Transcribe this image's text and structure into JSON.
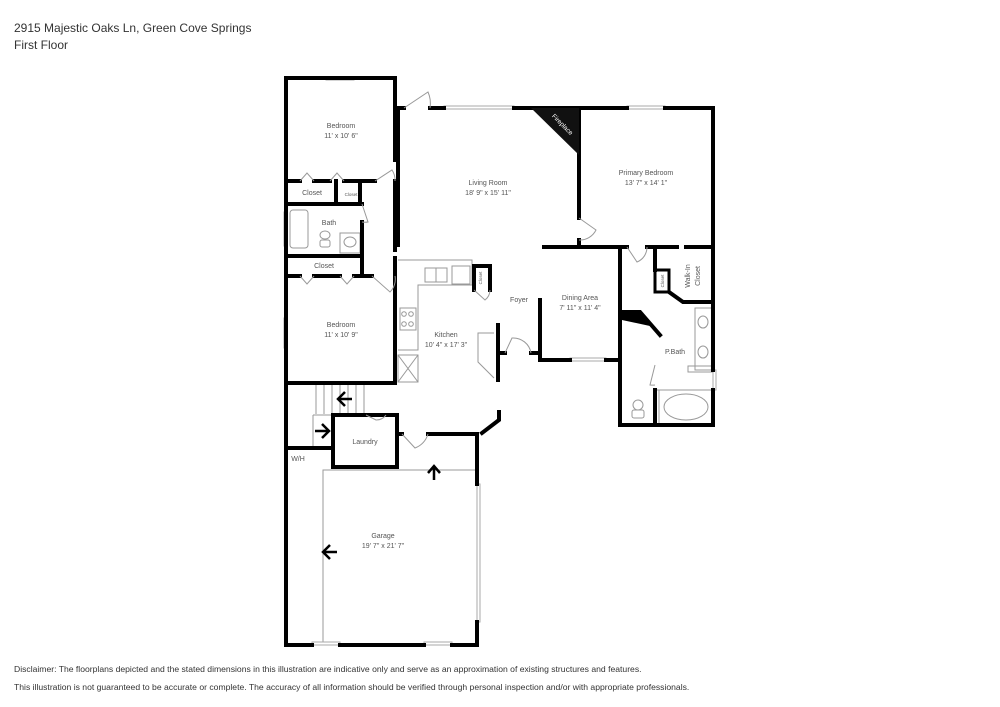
{
  "header": {
    "address": "2915 Majestic Oaks Ln, Green Cove Springs",
    "floor": "First Floor"
  },
  "rooms": {
    "bedroom_top": {
      "name": "Bedroom",
      "dims": "11' x 10' 6\""
    },
    "closet_top": {
      "name": "Closet"
    },
    "closet_small_top": {
      "name": "Closet"
    },
    "bath": {
      "name": "Bath"
    },
    "closet_mid": {
      "name": "Closet"
    },
    "bedroom_mid": {
      "name": "Bedroom",
      "dims": "11' x 10' 9\""
    },
    "living_room": {
      "name": "Living Room",
      "dims": "18' 9\" x 15' 11\""
    },
    "fireplace": {
      "name": "Fireplace"
    },
    "primary_bedroom": {
      "name": "Primary Bedroom",
      "dims": "13' 7\" x 14' 1\""
    },
    "kitchen": {
      "name": "Kitchen",
      "dims": "10' 4\" x 17' 3\""
    },
    "kitchen_closet": {
      "name": "Closet"
    },
    "foyer": {
      "name": "Foyer"
    },
    "dining_area": {
      "name": "Dining Area",
      "dims": "7' 11\" x 11' 4\""
    },
    "walk_in_closet": {
      "name": "Walk-In Closet",
      "line1": "Walk-In",
      "line2": "Closet"
    },
    "pbath_closet": {
      "name": "Closet"
    },
    "pbath": {
      "name": "P.Bath"
    },
    "laundry": {
      "name": "Laundry"
    },
    "water_heater": {
      "name": "W/H"
    },
    "garage": {
      "name": "Garage",
      "dims": "19' 7\" x 21' 7\""
    }
  },
  "disclaimer": {
    "line1": "Disclaimer: The floorplans depicted and the stated dimensions in this illustration are indicative only and serve as an approximation of existing structures and features.",
    "line2": "This illustration is not guaranteed to be accurate or complete. The accuracy of all information should be verified through personal inspection and/or with appropriate professionals."
  }
}
